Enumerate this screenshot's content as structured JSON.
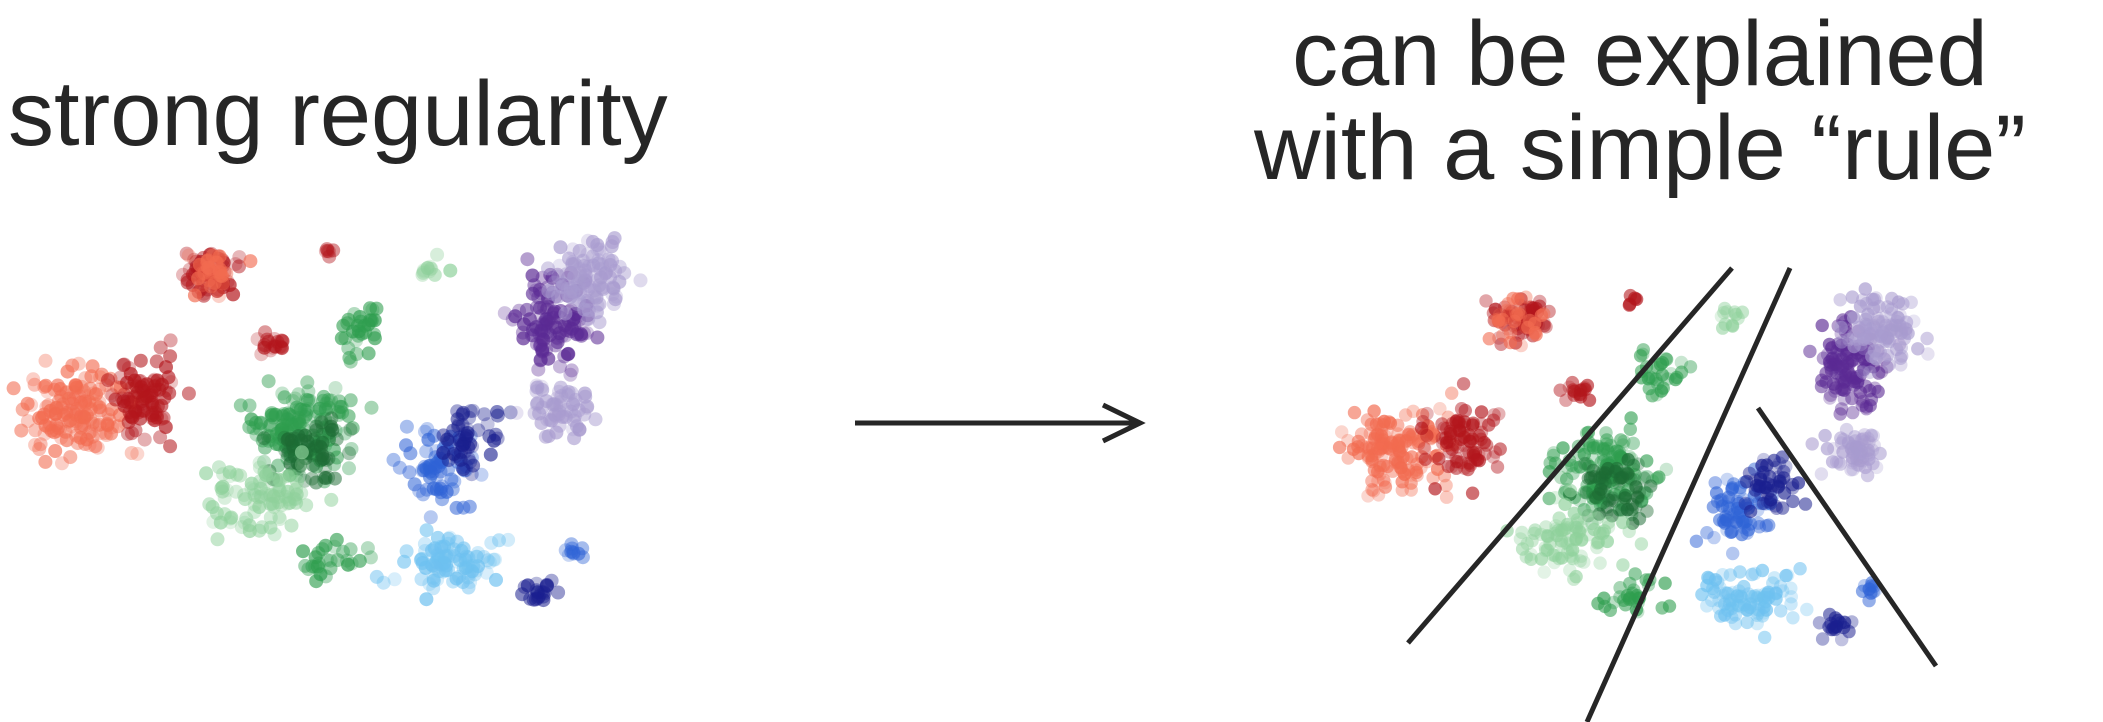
{
  "left_panel": {
    "caption": "strong regularity"
  },
  "right_panel": {
    "caption_line1": "can be explained",
    "caption_line2": "with a simple “rule”"
  },
  "cluster_colors": {
    "salmon": "#f26b50",
    "dark_red": "#b3161c",
    "green": "#2f9e4f",
    "dark_green": "#1d6b34",
    "light_green": "#8fd19b",
    "blue": "#2f63d6",
    "dark_blue": "#1a1f8f",
    "light_blue": "#6ec1f0",
    "purple": "#5b2a94",
    "lavender": "#a89bcf"
  },
  "icons": {
    "arrow": "right-arrow-icon"
  }
}
